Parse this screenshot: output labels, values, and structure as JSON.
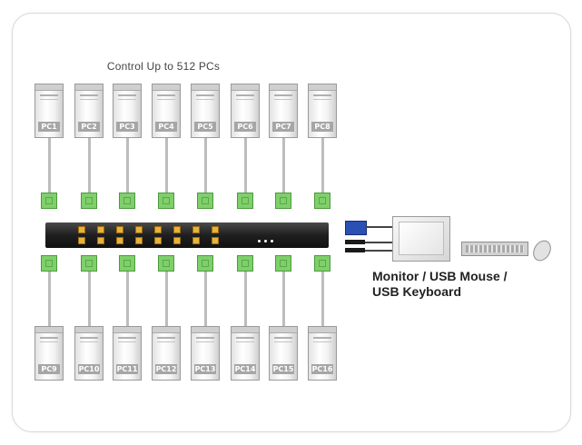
{
  "title": "Control Up to 512 PCs",
  "top_pcs": [
    "PC1",
    "PC2",
    "PC3",
    "PC4",
    "PC5",
    "PC6",
    "PC7",
    "PC8"
  ],
  "bottom_pcs": [
    "PC9",
    "PC10",
    "PC11",
    "PC12",
    "PC13",
    "PC14",
    "PC15",
    "PC16"
  ],
  "console_caption_line1": "Monitor / USB Mouse /",
  "console_caption_line2": "USB Keyboard",
  "colors": {
    "adapter_green": "#7fcf6b",
    "switch_body": "#1f1f1f",
    "port_orange": "#e8b23a",
    "vga_blue": "#2a4fb5"
  },
  "icons": [
    "computer-tower-icon",
    "kvm-adapter-icon",
    "kvm-switch-icon",
    "vga-connector-icon",
    "usb-connector-icon",
    "monitor-icon",
    "keyboard-icon",
    "mouse-icon"
  ]
}
